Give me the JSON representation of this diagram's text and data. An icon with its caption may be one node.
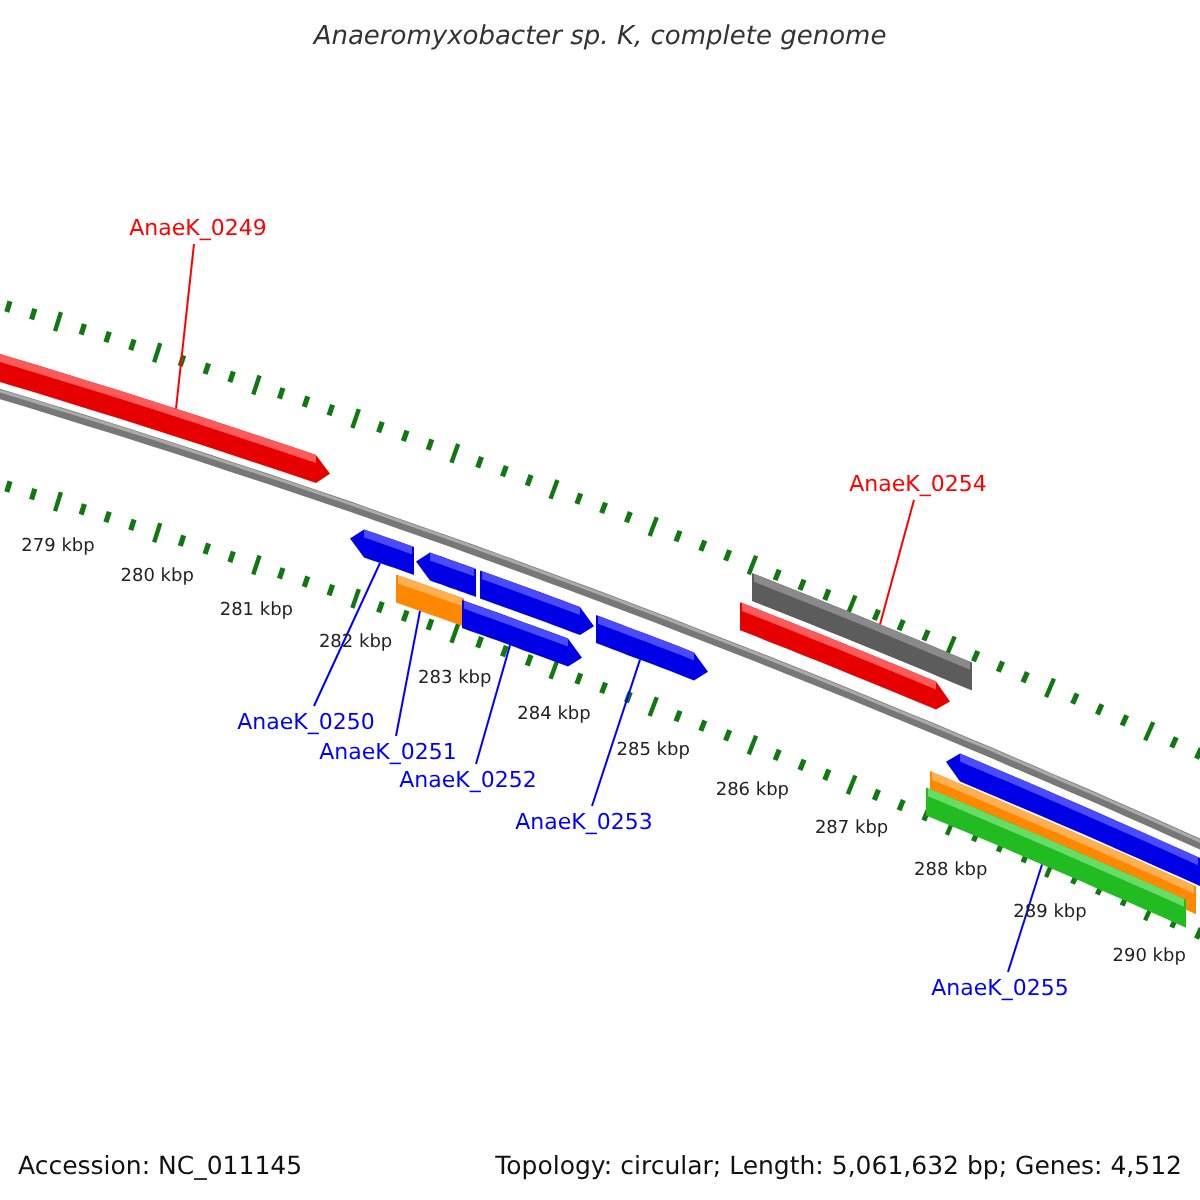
{
  "diagram": {
    "title": "Anaeromyxobacter sp. K, complete genome",
    "nodes": [
      {
        "text": [
          "AnaeK_0249"
        ]
      },
      {
        "text": [
          "AnaeK_0254"
        ]
      },
      {
        "text": [
          "AnaeK_0250"
        ]
      },
      {
        "text": [
          "AnaeK_0251"
        ]
      },
      {
        "text": [
          "AnaeK_0252"
        ]
      },
      {
        "text": [
          "AnaeK_0253"
        ]
      },
      {
        "text": [
          "AnaeK_0255"
        ]
      },
      {
        "text": [],
        "shape": "bar"
      },
      {
        "text": [],
        "shape": "bar"
      },
      {
        "text": [],
        "shape": "bar"
      },
      {
        "text": [],
        "shape": "bar"
      },
      {
        "text": [],
        "shape": "bar"
      },
      {
        "text": [],
        "shape": "bar"
      },
      {
        "text": [],
        "shape": "bar"
      },
      {
        "text": [],
        "shape": "bar"
      },
      {
        "text": [],
        "shape": "bar"
      },
      {
        "text": [],
        "shape": "bar"
      },
      {
        "text": [],
        "shape": "bar"
      },
      {
        "text": [],
        "shape": "bar"
      }
    ],
    "edges": [
      {
        "from": 0,
        "to": 7,
        "arrow": "none",
        "color": "#ff0000"
      },
      {
        "from": 1,
        "to": 15,
        "arrow": "none",
        "color": "#ff0000"
      },
      {
        "from": 2,
        "to": 8,
        "arrow": "none"
      },
      {
        "from": 3,
        "to": 11,
        "arrow": "none"
      },
      {
        "from": 4,
        "to": 12,
        "arrow": "none"
      },
      {
        "from": 5,
        "to": 13,
        "arrow": "none"
      },
      {
        "from": 6,
        "to": 18,
        "arrow": "none"
      }
    ],
    "labels": [
      "279 kbp",
      "280 kbp",
      "281 kbp",
      "282 kbp",
      "283 kbp",
      "284 kbp",
      "285 kbp",
      "286 kbp",
      "287 kbp",
      "288 kbp",
      "289 kbp",
      "290 kbp",
      "Accession: NC_011145",
      "Topology: circular; Length: 5,061,632 bp; Genes: 4,512"
    ]
  }
}
